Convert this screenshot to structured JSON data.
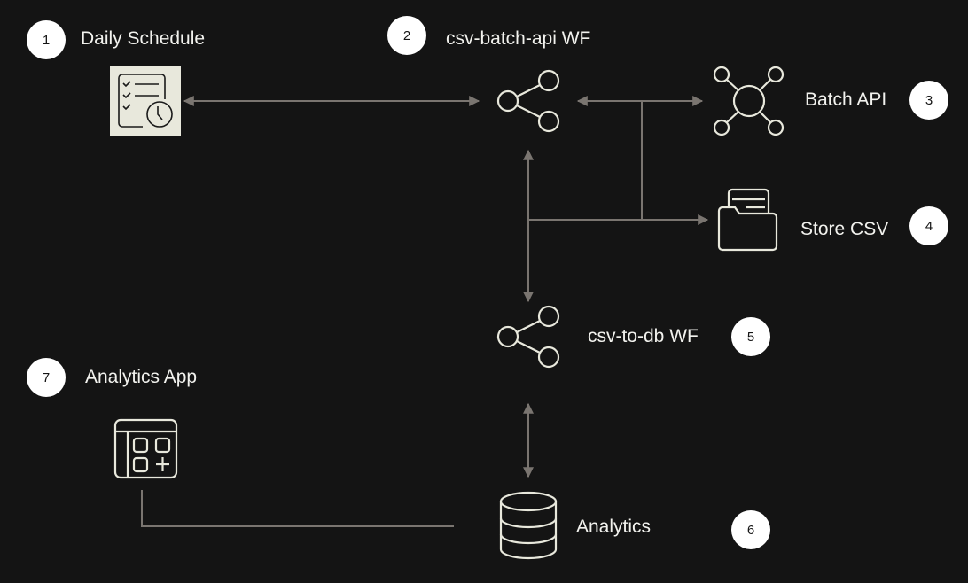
{
  "nodes": [
    {
      "num": "1",
      "label": "Daily Schedule",
      "icon": "schedule-checklist-clock-icon"
    },
    {
      "num": "2",
      "label": "csv-batch-api WF",
      "icon": "share-workflow-icon"
    },
    {
      "num": "3",
      "label": "Batch API",
      "icon": "hub-network-icon"
    },
    {
      "num": "4",
      "label": "Store CSV",
      "icon": "folder-icon"
    },
    {
      "num": "5",
      "label": "csv-to-db WF",
      "icon": "share-workflow-icon"
    },
    {
      "num": "6",
      "label": "Analytics",
      "icon": "database-icon"
    },
    {
      "num": "7",
      "label": "Analytics App",
      "icon": "app-dashboard-icon"
    }
  ],
  "colors": {
    "background": "#141414",
    "icon": "#e8e8dc",
    "connector": "#7a7570",
    "badge": "#ffffff"
  }
}
